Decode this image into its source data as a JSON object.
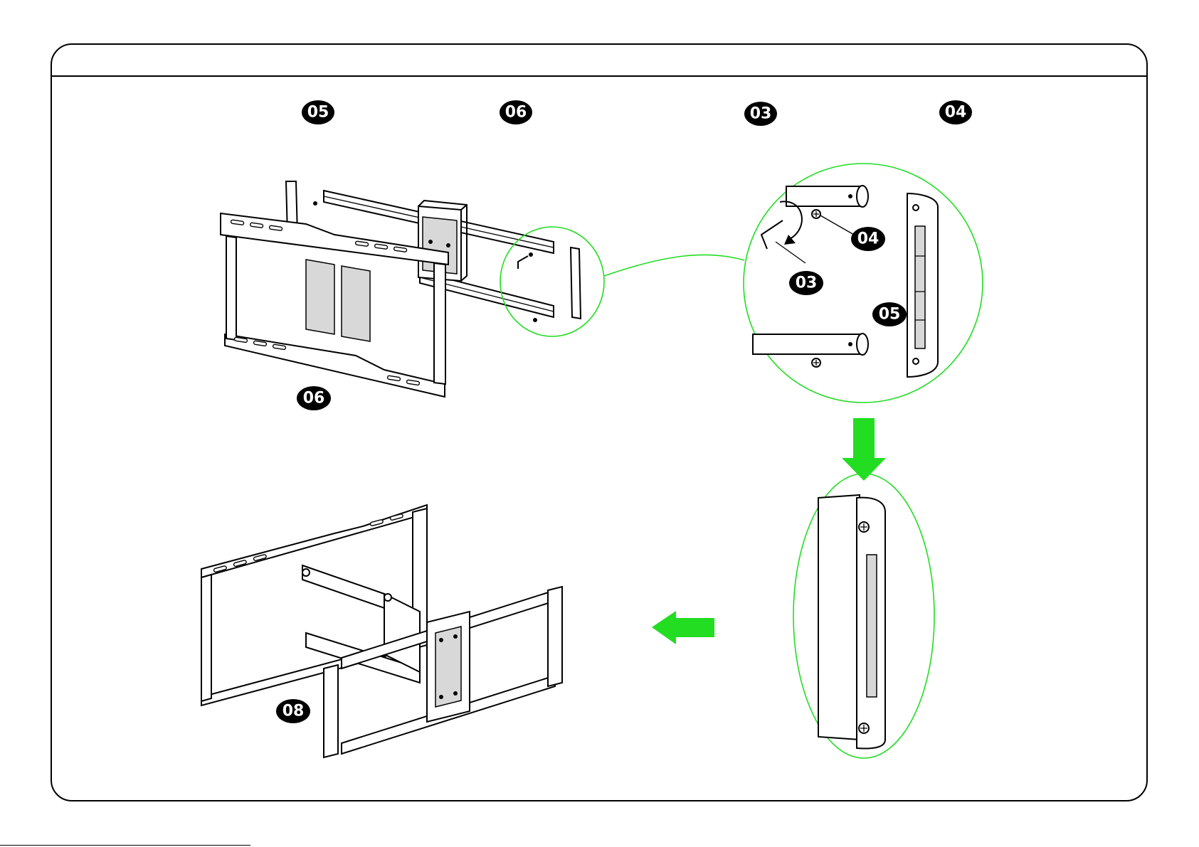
{
  "colors": {
    "highlight": "#22dd22",
    "arrow": "#22dd22",
    "ink": "#000000",
    "badge_fill": "#000000",
    "badge_text": "#ffffff"
  },
  "parts_header": [
    {
      "id": "05"
    },
    {
      "id": "06"
    },
    {
      "id": "03"
    },
    {
      "id": "04"
    }
  ],
  "step_top": {
    "frame_label": "06"
  },
  "zoom_detail": {
    "hex_key_label": "03",
    "screw_label": "04",
    "end_cap_label": "05"
  },
  "step_bottom": {
    "assembly_label": "08"
  },
  "icons": [
    "rotate-arrow-icon",
    "down-arrow-icon",
    "left-arrow-icon"
  ]
}
